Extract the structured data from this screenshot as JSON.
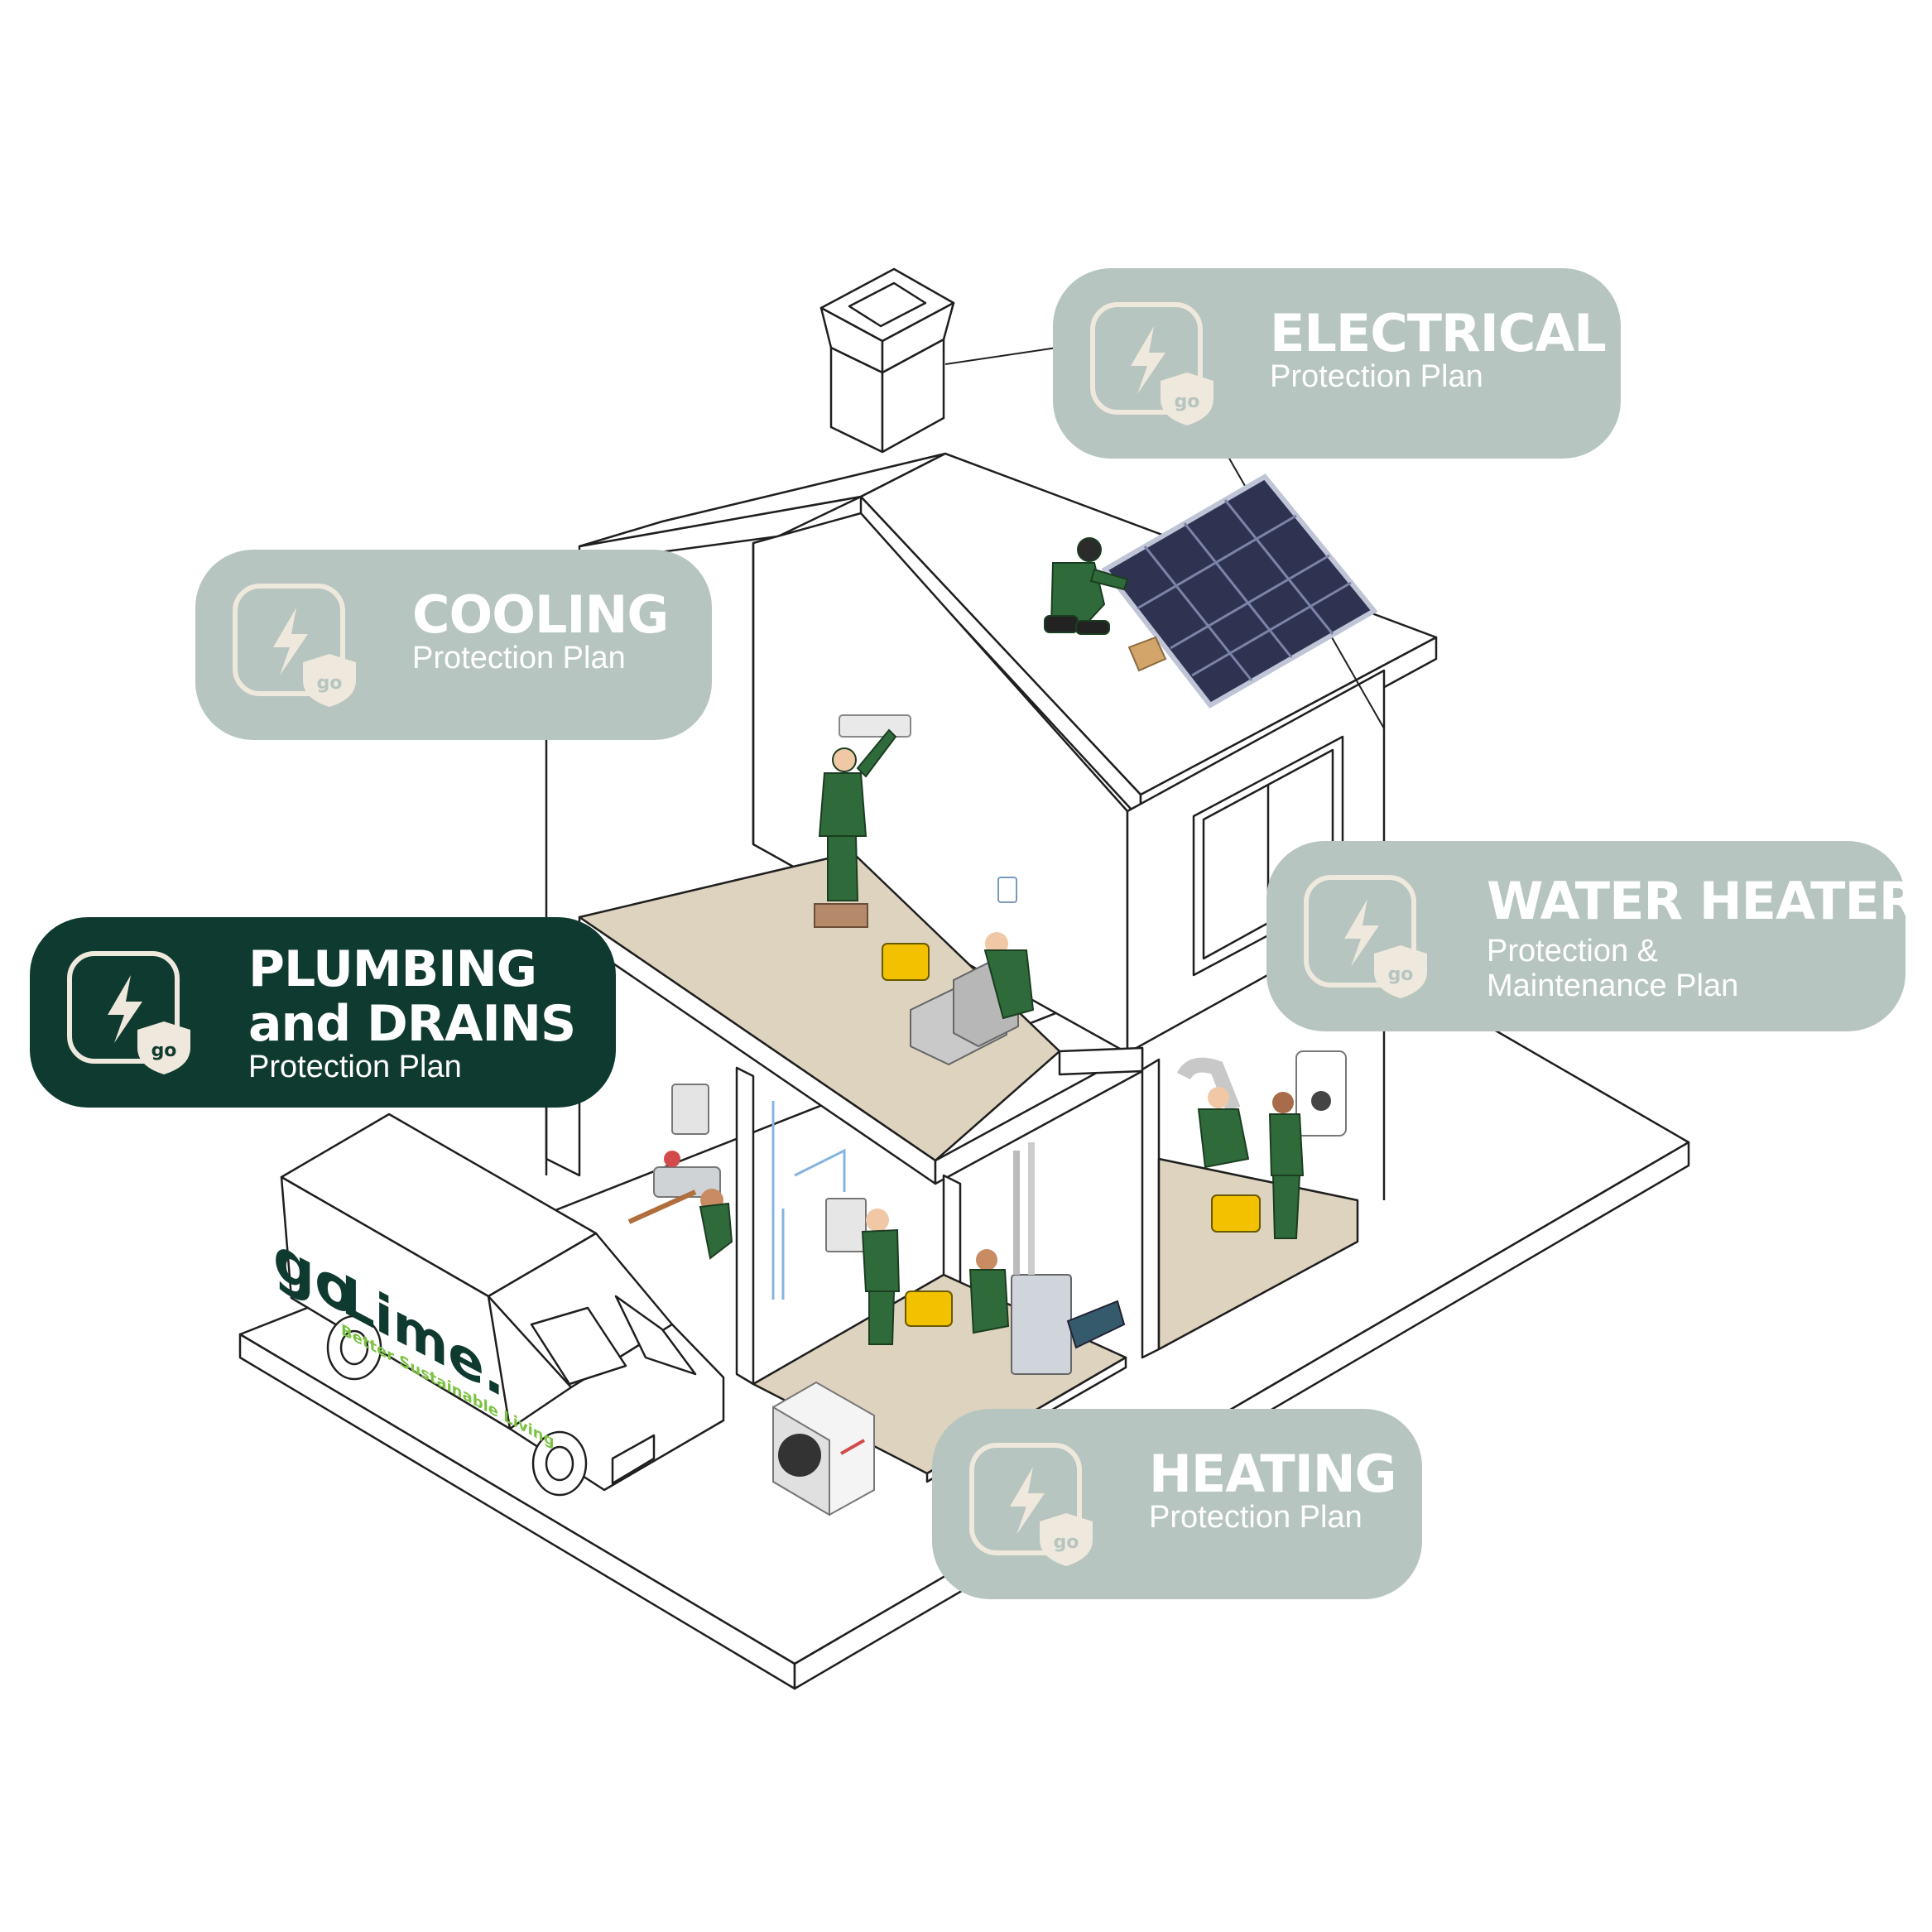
{
  "plans": {
    "electrical": {
      "title": "ELECTRICAL",
      "subtitle": "Protection Plan"
    },
    "cooling": {
      "title": "COOLING",
      "subtitle": "Protection Plan"
    },
    "water_heater": {
      "title": "WATER HEATER",
      "subtitle_line1": "Protection &",
      "subtitle_line2": "Maintenance Plan"
    },
    "plumbing": {
      "title_line1": "PLUMBING",
      "title_line2": "and DRAINS",
      "subtitle": "Protection Plan"
    },
    "heating": {
      "title": "HEATING",
      "subtitle": "Protection Plan"
    }
  },
  "van": {
    "brand_prefix": "go",
    "brand_name": "Lime.",
    "tagline": "Better Sustainable Living"
  },
  "colors": {
    "card_light": "#b6c5bf",
    "card_dark": "#0f3a2f",
    "floor": "#ddd3bf",
    "uniform_green": "#2f6b3a",
    "brand_green": "#7cc242",
    "brand_dark": "#0f3a2f",
    "icon_cream": "#efe8dc",
    "solar_panel": "#2d3350",
    "toolbox_yellow": "#f2c200"
  },
  "icons": [
    "lightning-bolt-icon",
    "go-shield-icon"
  ]
}
